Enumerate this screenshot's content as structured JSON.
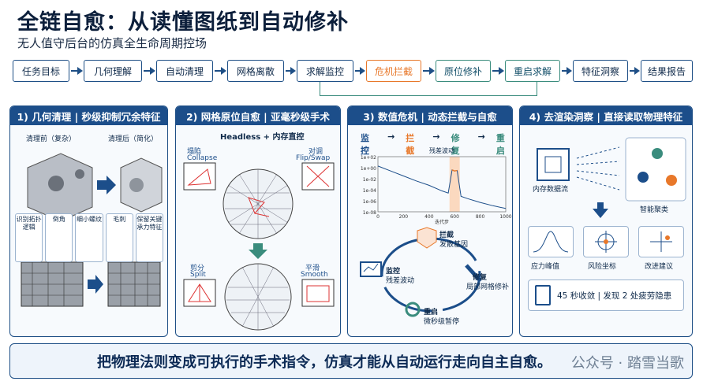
{
  "header": {
    "title": "全链自愈：从读懂图纸到自动修补",
    "subtitle": "无人值守后台的仿真全生命周期控场"
  },
  "pipeline": {
    "steps": [
      "任务目标",
      "几何理解",
      "自动清理",
      "网格离散",
      "求解监控",
      "危机拦截",
      "原位修补",
      "重启求解",
      "特征洞察",
      "结果报告"
    ]
  },
  "panel1": {
    "title": "1) 几何清理 | 秒级抑制冗余特征",
    "before": "清理前（复杂）",
    "after": "清理后（简化）",
    "features": [
      "识别拓扑逻辑",
      "倒角",
      "细小螺纹",
      "毛刺",
      "保留关键承力特征"
    ]
  },
  "panel2": {
    "title": "2) 网格原位自愈 | 亚毫秒级手术",
    "headless": "Headless + 内存直控",
    "collapse": "塌陷",
    "collapse_en": "Collapse",
    "flip": "对调",
    "flip_en": "Flip/Swap",
    "split": "剪分",
    "split_en": "Split",
    "smooth": "平滑",
    "smooth_en": "Smooth"
  },
  "panel3": {
    "title": "3) 数值危机 | 动态拦截与自愈",
    "flow": [
      "监控",
      "拦截",
      "修复",
      "重启"
    ],
    "chart_title": "残差波动",
    "xlabel": "迭代步",
    "yticks": [
      "1e+02",
      "1e+00",
      "1e-02",
      "1e-04",
      "1e-06",
      "1e-08"
    ],
    "xticks": [
      "0",
      "200",
      "400",
      "600",
      "800",
      "1000"
    ],
    "intercept": "拦截",
    "intercept_sub": "发散基因",
    "repair": "修复",
    "repair_sub": "局部网格修补",
    "monitor": "监控",
    "monitor_sub": "残差波动",
    "restart": "重启",
    "restart_sub": "微秒级暂停"
  },
  "panel4": {
    "title": "4) 去渲染洞察 | 直接读取物理特征",
    "memflow": "内存数据流",
    "cluster": "智能聚类",
    "stress": "应力峰值",
    "risk": "风险坐标",
    "advice": "改进建议",
    "result": "45 秒收敛 | 发现 2 处疲劳隐患"
  },
  "footer": {
    "text": "把物理法则变成可执行的手术指令，仿真才能从自动运行走向自主自愈。"
  },
  "watermark": "公众号 · 踏雪当歌",
  "colors": {
    "navy": "#1c4e8a",
    "orange": "#e8782a",
    "green": "#3a8c7d"
  },
  "chart_data": {
    "type": "line",
    "title": "残差波动",
    "xlabel": "迭代步",
    "ylabel": "",
    "xlim": [
      0,
      1000
    ],
    "ylim": [
      -8,
      2
    ],
    "log_scale_y": true,
    "series": [
      {
        "x": [
          0,
          100,
          200,
          300,
          400,
          500,
          550,
          580,
          600,
          620,
          650,
          700,
          800,
          900,
          1000
        ],
        "y": [
          0.3,
          -0.6,
          -1.5,
          -2.4,
          -3.2,
          -4.2,
          -4.6,
          -0.4,
          -0.6,
          -0.5,
          -5.2,
          -5.6,
          -6.3,
          -6.9,
          -7.4
        ]
      }
    ]
  }
}
